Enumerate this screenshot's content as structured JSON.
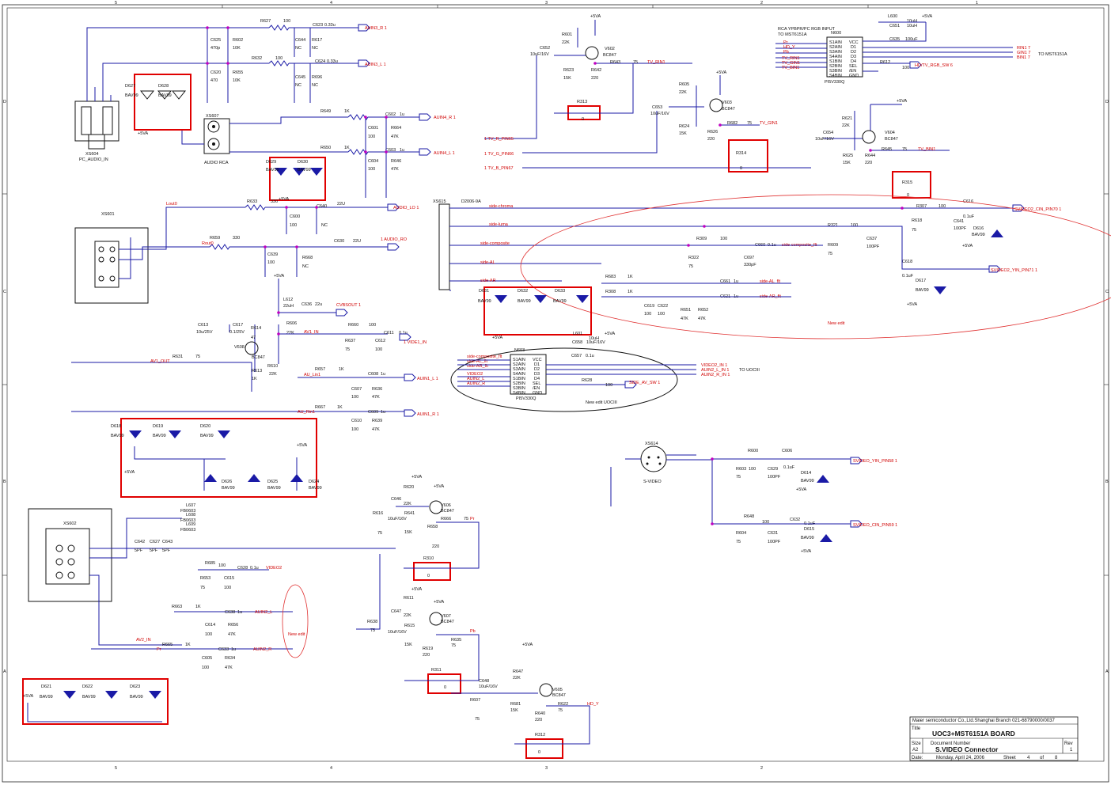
{
  "title_block": {
    "company": "Maier semiconductor Co.,Ltd.Shanghai Branch 021-68790000/0037",
    "title_label": "Title",
    "title": "UOC3+MST6151A BOARD",
    "size_label": "Size",
    "size": "A2",
    "docnum_label": "Document Number",
    "docnum": "S.VIDEO Connector",
    "rev_label": "Rev",
    "rev": "1",
    "date_label": "Date:",
    "date": "Monday, April 24, 2006",
    "sheet_label": "Sheet",
    "sheet": "4",
    "of_label": "of",
    "of": "8"
  },
  "border": {
    "top": [
      "5",
      "4",
      "3",
      "2",
      "1"
    ],
    "side": [
      "D",
      "C",
      "B",
      "A"
    ]
  },
  "connectors": {
    "pc_audio": {
      "ref": "XS604",
      "name": "PC_AUDIO_IN"
    },
    "audio_rca": {
      "ref": "XS607",
      "name": "AUDIO RCA"
    },
    "xs601": {
      "ref": "XS601"
    },
    "xs602": {
      "ref": "XS602"
    },
    "xs615": {
      "ref": "XS615",
      "part": "D2006-9A"
    },
    "svideo": {
      "ref": "XS614",
      "name": "S-VIDEO"
    }
  },
  "ics": {
    "n600": {
      "ref": "N600",
      "part": "PI5V330Q",
      "header": "RCA YPBPR/PC RGB INPUT",
      "header2": "TO MST6151A",
      "pins_left": [
        "S1AIN",
        "S2AIN",
        "S3AIN",
        "S4AIN",
        "S1BIN",
        "S2BIN",
        "S3BIN",
        "S4BIN"
      ],
      "pins_right": [
        "VCC",
        "D1",
        "D2",
        "D3",
        "D4",
        "SEL",
        "/EN",
        "GND"
      ]
    },
    "n603": {
      "ref": "N603",
      "part": "PI5V330Q",
      "pins_left": [
        "S1AIN",
        "S2AIN",
        "S3AIN",
        "S4AIN",
        "S1BIN",
        "S2BIN",
        "S3BIN",
        "S4BIN"
      ],
      "pins_right": [
        "VCC",
        "D1",
        "D2",
        "D3",
        "D4",
        "SEL",
        "/EN",
        "GND"
      ]
    }
  },
  "nets": {
    "auin3_r": "AUIN3_R   1",
    "auin3_l": "AUIN3_L   1",
    "auin4_r": "AUIN4_R   1",
    "auin4_l": "AUIN4_L   1",
    "audio_lo": "AUDIO_LO   1",
    "audio_ro": "1   AUDIO_RO",
    "cvbsout": "CVBSOUT   1",
    "vide1_in": "1   VIDE1_IN",
    "auin1_l": "AUIN1_L   1",
    "auin1_r": "AUIN1_R   1",
    "tv_r_pin": "1   TV_R_PIN65",
    "tv_g_pin": "1   TV_G_PIN66",
    "tv_b_pin": "1   TV_B_PIN67",
    "tv_rin1": "TV_RIN1",
    "tv_gin1": "TV_GIN1",
    "tv_bin1": "TV_BIN1",
    "rin1": "RIN1   7",
    "gin1": "GIN1   7",
    "bin1": "BIN1   7",
    "to_mst": "TO MST6151A",
    "hd_tv_rgb_sw": "HD/TV_RGB_SW   6",
    "svideo2_cin": "SVIDEO2_CIN_PIN70   1",
    "svideo2_yin": "SVIDEO2_YIN_PIN71   1",
    "video2_in": "VIDEO2_IN   1",
    "auin2_l_in": "AUIN2_L_IN   1",
    "auin2_r_in": "AUIN2_R_IN   1",
    "to_uoc": "TO UOCIII",
    "side_av_sw": "SIDE_AV_SW   1",
    "svideo_yin": "SVIDEO_YIN_PIN58   1",
    "svideo_cin": "SVIDEO_CIN_PIN59   1",
    "side_chroma": "side-chroma",
    "side_luma": "side-luma",
    "side_composite": "side-composite",
    "side_al": "side-AL",
    "side_ar": "side-AR",
    "side_comp_flt": "side-composite_flt",
    "side_al_flt": "side-AL_flt",
    "side_ar_flt": "side-AR_flt",
    "lout0": "Lout0",
    "rout0": "Rout0",
    "av1_out": "AV1_OUT",
    "av1_in": "AV1_IN",
    "au_lin1": "AU_Lin1",
    "au_rin1": "AU_Rin1",
    "av2_in": "AV2_IN",
    "video2": "VIDEO2",
    "auin2_l": "AUIN2_L",
    "auin2_r": "AUIN2_R",
    "pr": "Pr",
    "pb": "Pb",
    "hd_y": "HD_Y",
    "new_edit": "New edit",
    "new_edit_uoc": "New edit UOCIII",
    "vcc": "+5VA",
    "hd_r": "Pr",
    "hd_y_in": "HD_Y",
    "hd_pb": "Pb"
  },
  "parts": {
    "r627": "R627",
    "c623": "C623",
    "c623v": "0.33u",
    "r602": "R602",
    "c625": "C625",
    "c625v": "470p",
    "c644": "C644",
    "r617": "R617",
    "r632": "R632",
    "c624": "C624",
    "c624v": "0.33u",
    "r655": "R655",
    "c620": "C620",
    "c620v": "470",
    "c645": "C645",
    "r696": "R696",
    "d627": "D627",
    "d628": "D628",
    "bav99": "BAV99",
    "r649": "R649",
    "c602": "C602",
    "r650": "R650",
    "c603": "C603",
    "c601": "C601",
    "r664": "R664",
    "c604": "C604",
    "r646": "R646",
    "d629": "D629",
    "d630": "D630",
    "r633": "R633",
    "c600": "C600",
    "c640": "C640",
    "r659": "R659",
    "c630": "C630",
    "c639": "C639",
    "r668": "R668",
    "l612": "L612",
    "c636": "C636",
    "c613": "C613",
    "c617": "C617",
    "r614": "R614",
    "v608": "V608",
    "r606": "R606",
    "r660": "R660",
    "c611": "C611",
    "r637": "R637",
    "c612": "C612",
    "r631": "R631",
    "r613": "R613",
    "r610": "R610",
    "r657": "R657",
    "c608": "C608",
    "c607": "C607",
    "r636": "R636",
    "r667": "R667",
    "c609": "C609",
    "c610": "C610",
    "r639": "R639",
    "d618": "D618",
    "d619": "D619",
    "d620": "D620",
    "d626": "D626",
    "d625": "D625",
    "d624": "D624",
    "l607": "L607",
    "l608": "L608",
    "l609": "L609",
    "fb0603": "FB0603",
    "c642": "C642",
    "c627": "C627",
    "c643": "C643",
    "r685": "R685",
    "c628": "C628",
    "r653": "R653",
    "c615": "C615",
    "r663": "R663",
    "c638": "C638",
    "c614": "C614",
    "r656": "R656",
    "r665": "R665",
    "c605": "C605",
    "c633": "C633",
    "r634": "R634",
    "d621": "D621",
    "d622": "D622",
    "d623": "D623",
    "r601": "R601",
    "c652": "C652",
    "v602": "V602",
    "r643": "R643",
    "r623": "R623",
    "r642": "R642",
    "r313": "R313",
    "r605": "R605",
    "c653": "C653",
    "v603": "V603",
    "r624": "R624",
    "r626": "R626",
    "r682": "R682",
    "r314": "R314",
    "l600": "L600",
    "c651": "C651",
    "c635": "C635",
    "r612": "R612",
    "r621": "R621",
    "c654": "C654",
    "v604": "V604",
    "r625": "R625",
    "r644": "R644",
    "r645": "R645",
    "r315": "R315",
    "r307": "R307",
    "c616": "C616",
    "r618": "R618",
    "c641": "C641",
    "d616": "D616",
    "c618": "C618",
    "d617": "D617",
    "r321": "R321",
    "r609": "R609",
    "c637": "C637",
    "r309": "R309",
    "c660": "C660",
    "r322": "R322",
    "c697": "C697",
    "r683": "R683",
    "c661": "C661",
    "r308": "R308",
    "c621": "C621",
    "c619": "C619",
    "c622": "C622",
    "r651": "R651",
    "r652": "R652",
    "d631": "D631",
    "d632": "D632",
    "d633": "D633",
    "l601": "L601",
    "c658": "C658",
    "c657": "C657",
    "r628": "R628",
    "r600": "R600",
    "c606": "C606",
    "r603": "R603",
    "c629": "C629",
    "d614": "D614",
    "r648": "R648",
    "c632": "C632",
    "r604": "R604",
    "c631": "C631",
    "d615": "D615",
    "r620": "R620",
    "c646": "C646",
    "v606": "V606",
    "r641": "R641",
    "r616": "R616",
    "r666": "R666",
    "r658": "R658",
    "r310": "R310",
    "r611": "R611",
    "c647": "C647",
    "v607": "V607",
    "r638": "R638",
    "r615": "R615",
    "r635": "R635",
    "r619": "R619",
    "r311": "R311",
    "r647": "R647",
    "c648": "C648",
    "v605": "V605",
    "r607": "R607",
    "r681": "R681",
    "r640": "R640",
    "r622": "R622",
    "r312": "R312",
    "v_100": "100",
    "v_10k": "10K",
    "v_nc": "NC",
    "v_1k": "1K",
    "v_47k": "47K",
    "v_1u": "1u",
    "v_330": "330",
    "v_22u": "22U",
    "v_22uf": "22u",
    "v_22uh": "22uH",
    "v_10u25": "10u/25V",
    "v_01u25": "0.1/25V",
    "v_47": "47",
    "v_22k": "22K",
    "v_bc847": "BC847",
    "v_75": "75",
    "v_01u": "0.1u",
    "v_5pf": "5PF",
    "v_10uf16": "10uF/16V",
    "v_15k": "15K",
    "v_220": "220",
    "v_0": "0",
    "v_10uh": "10uH",
    "v_100pf": "100PF",
    "v_330pf": "330pF",
    "v_01uf": "0.1uF",
    "v_100uf": "100uF"
  }
}
